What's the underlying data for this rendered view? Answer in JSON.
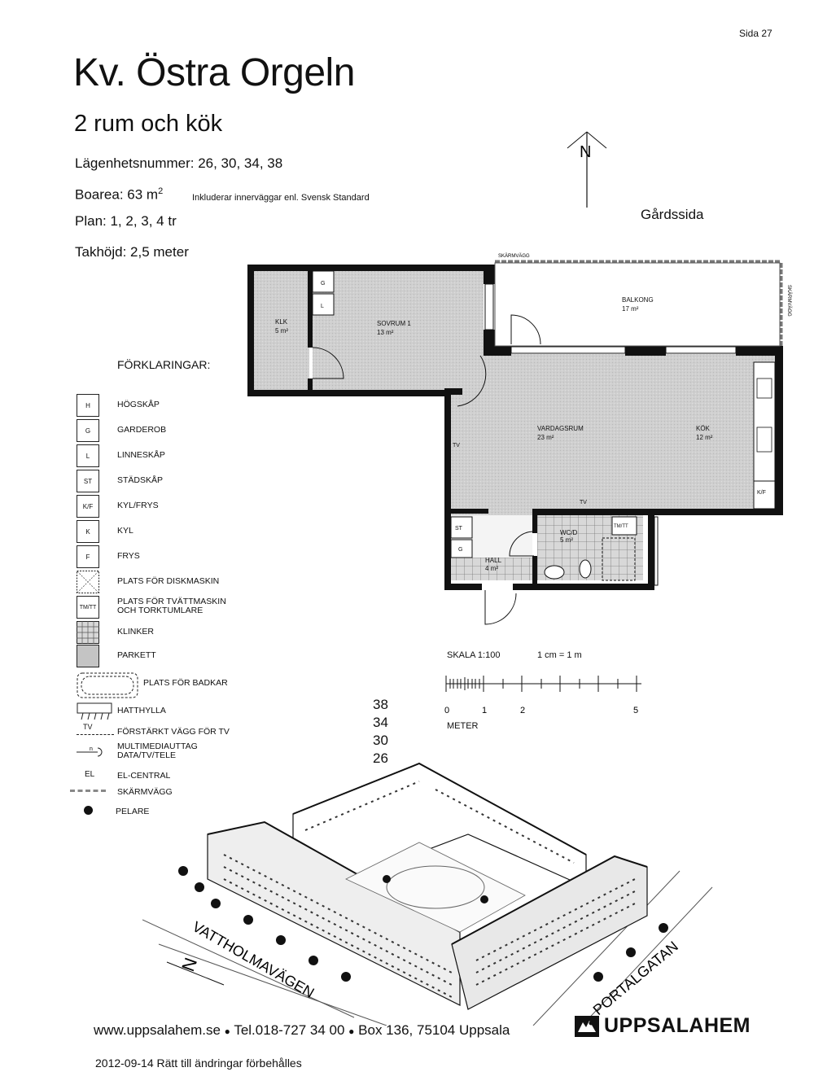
{
  "page_number": "Sida 27",
  "title": "Kv. Östra Orgeln",
  "subtitle": "2 rum och kök",
  "apartment_numbers": "Lägenhetsnummer: 26, 30, 34, 38",
  "area_prefix": "Boarea: 63 m",
  "area_exp": "2",
  "area_note": "Inkluderar innerväggar enl. Svensk Standard",
  "floors_plan": "Plan: 1, 2, 3, 4 tr",
  "ceiling": "Takhöjd: 2,5 meter",
  "compass_label": "N",
  "side_label": "Gårdssida",
  "plan_labels": {
    "skarmvagg_top": "SKÄRMVÄGG",
    "skarmvagg_side": "SKÄRMVÄGG",
    "balcony": "BALKONG",
    "balcony_area": "17 m²",
    "klk": "KLK",
    "klk_area": "5 m²",
    "sovrum": "SOVRUM 1",
    "sovrum_area": "13 m²",
    "vardagsrum": "VARDAGSRUM",
    "vardagsrum_area": "23 m²",
    "kok": "KÖK",
    "kok_area": "12 m²",
    "wc": "WC/D",
    "wc_area": "5 m²",
    "hall": "HALL",
    "hall_area": "4 m²",
    "g": "G",
    "l": "L",
    "st": "ST",
    "kf": "K/F",
    "tv": "TV",
    "twtt": "TM/TT"
  },
  "legend": {
    "title": "FÖRKLARINGAR:",
    "items": [
      {
        "code": "H",
        "label": "HÖGSKÅP"
      },
      {
        "code": "G",
        "label": "GARDEROB"
      },
      {
        "code": "L",
        "label": "LINNESKÅP"
      },
      {
        "code": "ST",
        "label": "STÄDSKÅP"
      },
      {
        "code": "K/F",
        "label": "KYL/FRYS"
      },
      {
        "code": "K",
        "label": "KYL"
      },
      {
        "code": "F",
        "label": "FRYS"
      },
      {
        "code": "",
        "label": "PLATS FÖR DISKMASKIN"
      },
      {
        "code": "TM/TT",
        "label": "PLATS FÖR TVÄTTMASKIN",
        "label2": "OCH TORKTUMLARE"
      },
      {
        "code": "",
        "label": "KLINKER"
      },
      {
        "code": "",
        "label": "PARKETT"
      },
      {
        "code": "",
        "label": "PLATS FÖR BADKAR"
      },
      {
        "code": "",
        "label": "HATTHYLLA"
      },
      {
        "code": "TV",
        "label": "FÖRSTÄRKT VÄGG FÖR TV"
      },
      {
        "code": "",
        "label": "MULTIMEDIAUTTAG",
        "label2": "DATA/TV/TELE"
      },
      {
        "code": "EL",
        "label": "EL-CENTRAL"
      },
      {
        "code": "",
        "label": "SKÄRMVÄGG"
      },
      {
        "code": "",
        "label": "PELARE"
      }
    ]
  },
  "scale": {
    "title": "SKALA 1:100",
    "equation": "1 cm = 1 m",
    "ticks": [
      "0",
      "1",
      "2",
      "5"
    ],
    "unit": "METER"
  },
  "floor_numbers": [
    "38",
    "34",
    "30",
    "26"
  ],
  "streets": {
    "west": "VATTHOLMAVÄGEN",
    "east": "PORTALGATAN",
    "north_marker": "N"
  },
  "footer": {
    "website": "www.uppsalahem.se",
    "phone": "Tel.018-727 34 00",
    "address": "Box 136, 75104 Uppsala",
    "logo": "UPPSALAHEM"
  },
  "disclaimer": "2012-09-14 Rätt till ändringar förbehålles"
}
